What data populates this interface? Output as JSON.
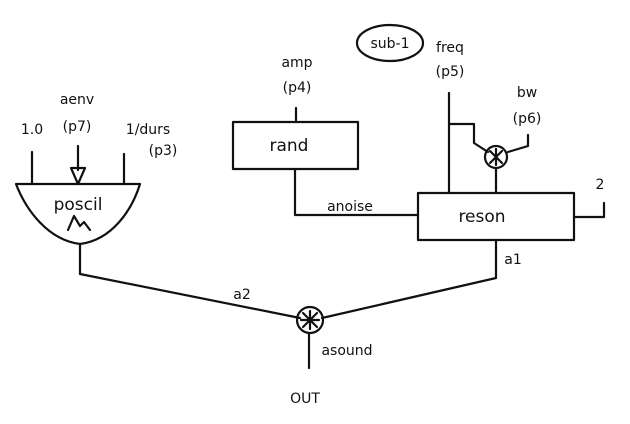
{
  "diagram": {
    "title_badge": "sub-1",
    "oscillator": {
      "name": "poscil",
      "waveform_icon": "waveform-icon",
      "inputs": {
        "amplitude": "1.0",
        "envelope_label": "aenv",
        "envelope_param": "(p7)",
        "frequency": "1/durs",
        "frequency_param": "(p3)"
      },
      "output": "a2"
    },
    "noise": {
      "name": "rand",
      "input_label": "amp",
      "input_param": "(p4)",
      "output": "anoise"
    },
    "filter": {
      "name": "reson",
      "freq_label": "freq",
      "freq_param": "(p5)",
      "bw_label": "bw",
      "bw_param": "(p6)",
      "scale": "2",
      "output": "a1"
    },
    "mixer": {
      "operation": "multiply",
      "output": "asound"
    },
    "destination": "OUT"
  }
}
